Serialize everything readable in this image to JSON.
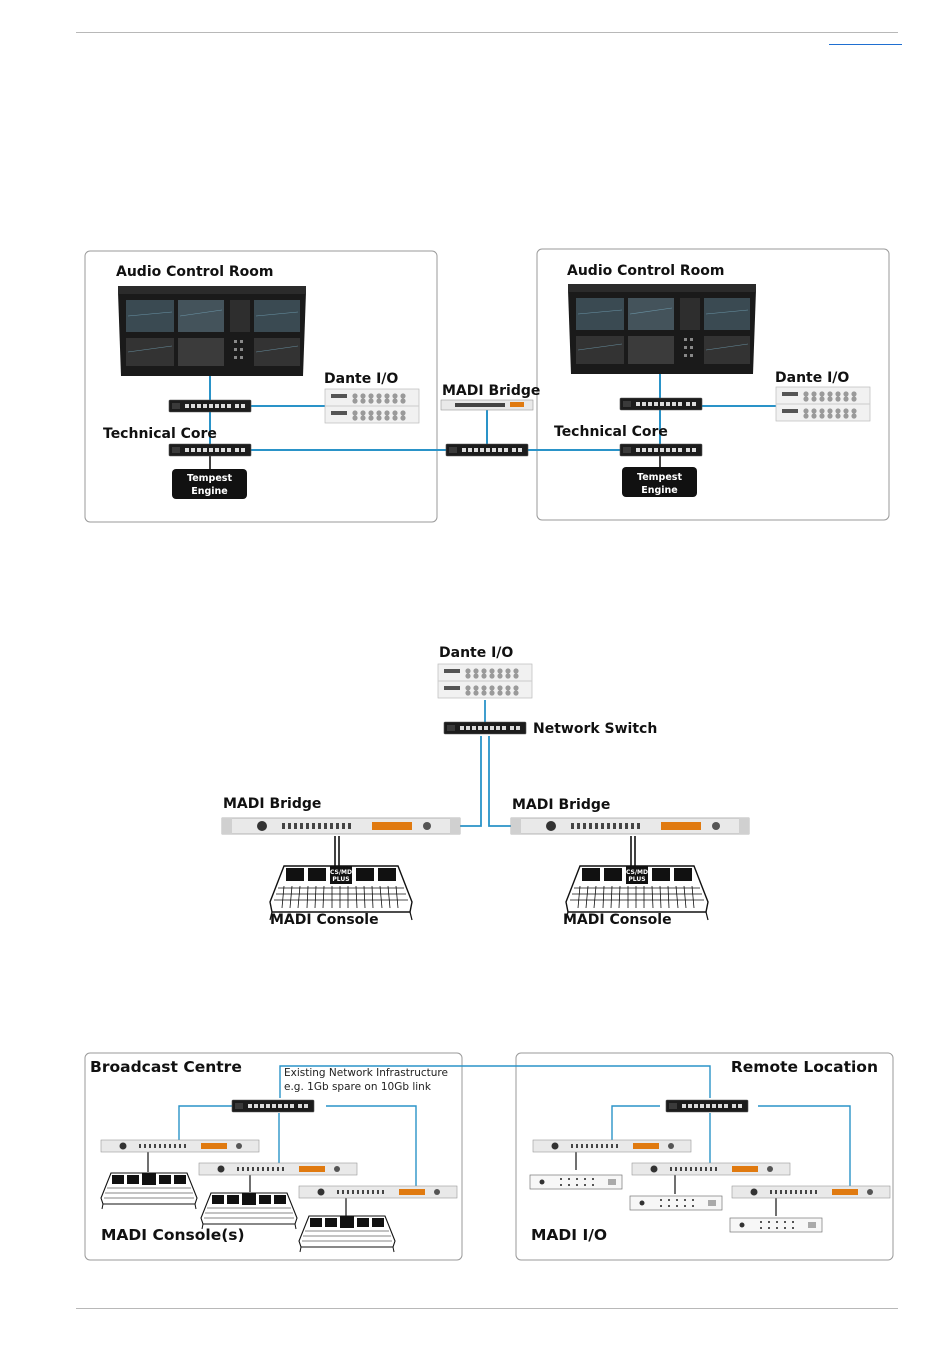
{
  "diagram1": {
    "left_room_title": "Audio Control Room",
    "right_room_title": "Audio Control Room",
    "left_dante": "Dante I/O",
    "right_dante": "Dante I/O",
    "madi_bridge": "MADI Bridge",
    "left_core": "Technical Core",
    "right_core": "Technical Core",
    "engine_line1": "Tempest",
    "engine_line2": "Engine"
  },
  "diagram2": {
    "dante": "Dante I/O",
    "switch": "Network Switch",
    "left_bridge": "MADI Bridge",
    "right_bridge": "MADI Bridge",
    "left_console": "MADI Console",
    "right_console": "MADI Console",
    "console_brand_line1": "CS/MD",
    "console_brand_line2": "PLUS"
  },
  "diagram3": {
    "left_title": "Broadcast Centre",
    "right_title": "Remote Location",
    "note_line1": "Existing Network Infrastructure",
    "note_line2": "e.g. 1Gb spare on 10Gb link",
    "left_caption": "MADI Console(s)",
    "right_caption": "MADI I/O"
  },
  "colors": {
    "link": "#2a93c8",
    "wire": "#111111",
    "panel_border": "#9a9a9a"
  }
}
